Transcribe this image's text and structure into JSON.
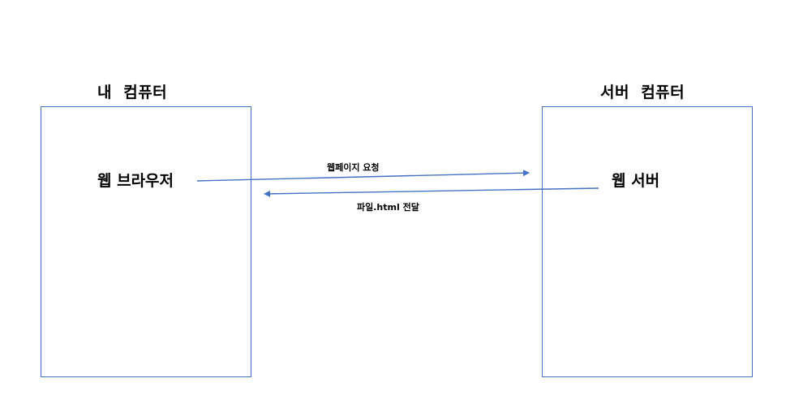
{
  "left_computer": {
    "title": "내  컴퓨터",
    "component": "웹 브라우저"
  },
  "right_computer": {
    "title": "서버  컴퓨터",
    "component": "웹 서버"
  },
  "arrows": {
    "request_label": "웹페이지 요청",
    "response_label": "파일.html 전달"
  },
  "colors": {
    "box_border": "#4472c4",
    "arrow": "#4472c4",
    "text": "#000000"
  }
}
